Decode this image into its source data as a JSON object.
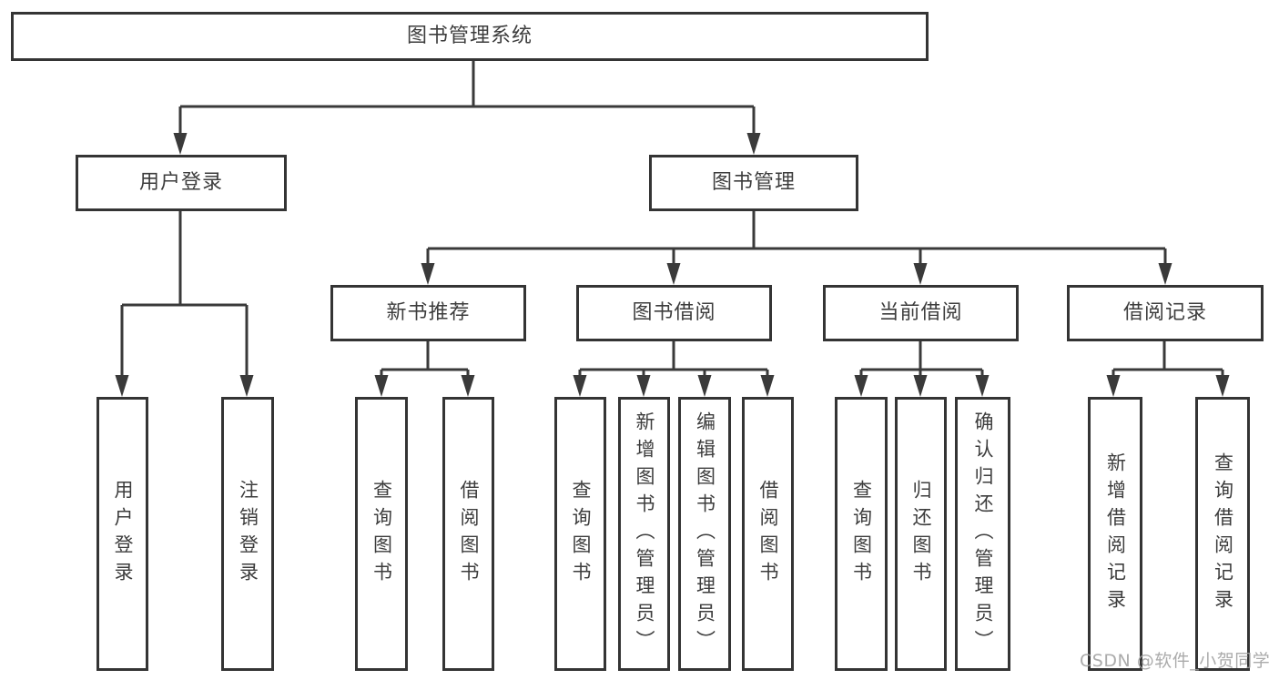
{
  "diagram": {
    "root": {
      "label": "图书管理系统"
    },
    "branches": [
      {
        "label": "用户登录",
        "children": [
          {
            "label": "用户登录"
          },
          {
            "label": "注销登录"
          }
        ]
      },
      {
        "label": "图书管理",
        "children": [
          {
            "label": "新书推荐",
            "children": [
              {
                "label": "查询图书"
              },
              {
                "label": "借阅图书"
              }
            ]
          },
          {
            "label": "图书借阅",
            "children": [
              {
                "label": "查询图书"
              },
              {
                "label": "新增图书（管理员）"
              },
              {
                "label": "编辑图书（管理员）"
              },
              {
                "label": "借阅图书"
              }
            ]
          },
          {
            "label": "当前借阅",
            "children": [
              {
                "label": "查询图书"
              },
              {
                "label": "归还图书"
              },
              {
                "label": "确认归还（管理员）"
              }
            ]
          },
          {
            "label": "借阅记录",
            "children": [
              {
                "label": "新增借阅记录"
              },
              {
                "label": "查询借阅记录"
              }
            ]
          }
        ]
      }
    ]
  },
  "watermark": {
    "text": "CSDN @软件_小贺同学"
  },
  "colors": {
    "line": "#3a3a3a",
    "box_border": "#343434",
    "text": "#3d3d3d",
    "watermark": "#a2a2a2",
    "background": "#ffffff"
  }
}
